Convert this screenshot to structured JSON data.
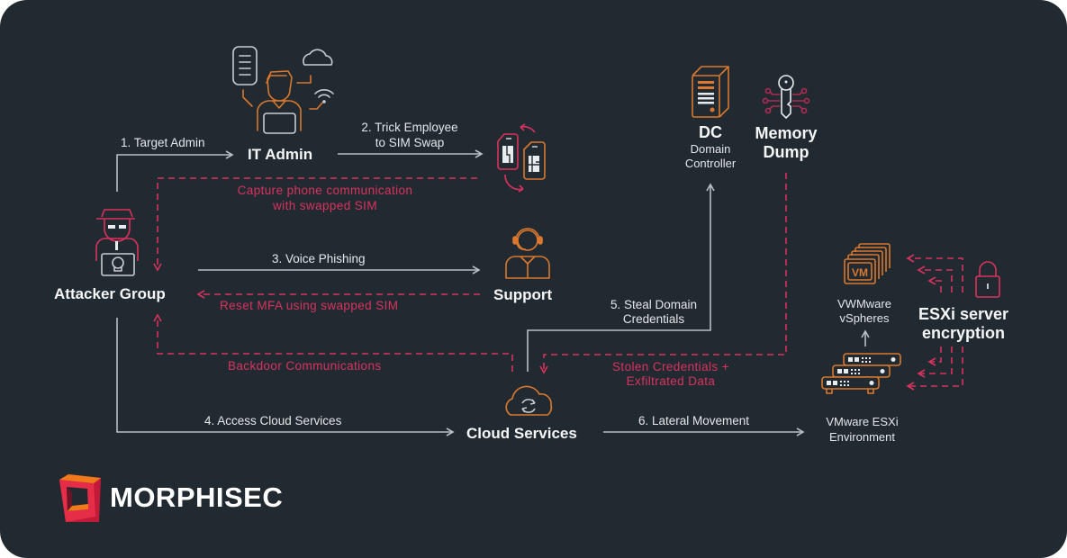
{
  "colors": {
    "background": "#222a31",
    "line": "#b8bfc4",
    "accent_orange": "#d9782e",
    "accent_pink": "#d9325e",
    "text": "#f4f6f7"
  },
  "nodes": {
    "it_admin": "IT Admin",
    "attacker_group": "Attacker Group",
    "support": "Support",
    "cloud_services": "Cloud Services",
    "dc_title": "DC",
    "dc_sub_1": "Domain",
    "dc_sub_2": "Controller",
    "memory_dump_1": "Memory",
    "memory_dump_2": "Dump",
    "vsphere_1": "VWMware",
    "vsphere_2": "vSpheres",
    "vm_badge": "VM",
    "esxi_env_1": "VMware ESXi",
    "esxi_env_2": "Environment",
    "esxi_enc_1": "ESXi server",
    "esxi_enc_2": "encryption"
  },
  "steps": {
    "s1": "1.  Target Admin",
    "s2_1": "2.  Trick Employee",
    "s2_2": "to SIM Swap",
    "s3": "3.  Voice Phishing",
    "s4": "4.  Access Cloud Services",
    "s5_1": "5. Steal Domain",
    "s5_2": "Credentials",
    "s6": "6.  Lateral Movement"
  },
  "return_flows": {
    "capture_1": "Capture phone communication",
    "capture_2": "with swapped SIM",
    "reset_mfa": "Reset MFA using swapped SIM",
    "backdoor": "Backdoor Communications",
    "stolen_1": "Stolen Credentials +",
    "stolen_2": "Exfiltrated Data"
  },
  "icons": {
    "it_admin": "admin-at-laptop-icon",
    "sim": "sim-swap-icon",
    "attacker": "hacker-icon",
    "support": "headset-agent-icon",
    "cloud": "cloud-sync-icon",
    "dc": "server-tower-icon",
    "memory": "key-circuit-icon",
    "vm": "vm-stack-icon",
    "esxi": "server-rack-icon",
    "lock": "lock-icon"
  },
  "brand": {
    "name": "MORPHISEC"
  }
}
